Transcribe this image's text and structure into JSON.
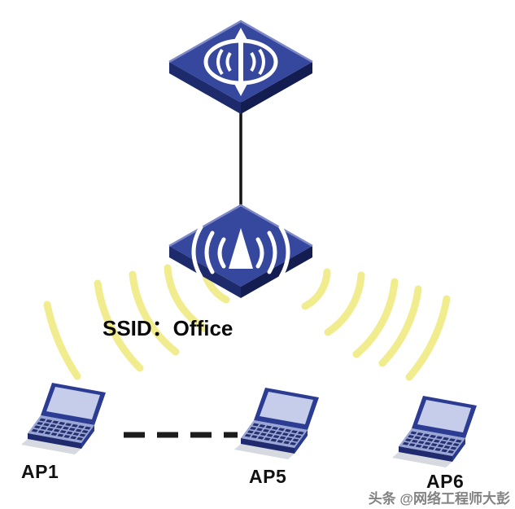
{
  "diagram": {
    "ssid_label": "SSID：Office",
    "ssid_network_name": "Office",
    "laptops": [
      {
        "label": "AP1"
      },
      {
        "label": "AP5"
      },
      {
        "label": "AP6"
      }
    ],
    "watermark": "头条 @网络工程师大彭",
    "icons": {
      "top_device": "router-icon",
      "middle_device": "wireless-ac-icon",
      "signal": "wifi-signal-arcs",
      "clients": "laptop-icon"
    },
    "links": {
      "router_to_ac": "solid-vertical-line",
      "ap1_to_ap5": "dashed-line"
    },
    "colors": {
      "device_blue_top": "#36479e",
      "device_side_left": "#1d2a6b",
      "device_side_right": "#141d52",
      "signal_yellow": "#f1ed8e",
      "laptop_screen": "#c6cdea",
      "laptop_deck": "#9aa6d6",
      "laptop_navy": "#2c3c92",
      "link_line": "#141414",
      "watermark_gray": "#828282"
    }
  }
}
